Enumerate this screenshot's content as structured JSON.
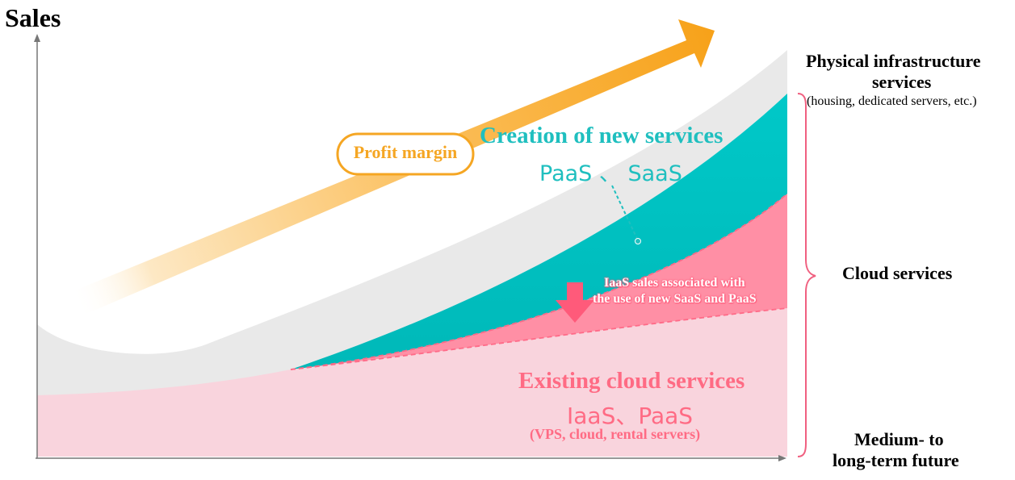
{
  "axis": {
    "y_label": "Sales"
  },
  "profit_margin": {
    "label": "Profit margin",
    "color": "#f5a623"
  },
  "new_services": {
    "title": "Creation of new services",
    "subtitle": "PaaS 、 SaaS",
    "color": "#1fbfbf"
  },
  "iaas_new": {
    "label_line1": "IaaS sales associated with",
    "label_line2": "the use of new SaaS and PaaS",
    "color": "#ff5a7a"
  },
  "existing": {
    "title": "Existing cloud services",
    "subtitle": "IaaS、PaaS",
    "note": "(VPS, cloud, rental servers)",
    "color": "#ff6b84"
  },
  "right_labels": {
    "physical_line1": "Physical infrastructure",
    "physical_line2": "services",
    "physical_note": "(housing, dedicated servers, etc.)",
    "cloud": "Cloud services",
    "future_line1": "Medium- to",
    "future_line2": "long-term future"
  },
  "colors": {
    "gray_band": "#e8e8e8",
    "teal_band": "#00c4c4",
    "pink_band": "#ff8ea4",
    "light_pink": "#f9d3dc",
    "axis": "#777777",
    "brace": "#f06080"
  }
}
